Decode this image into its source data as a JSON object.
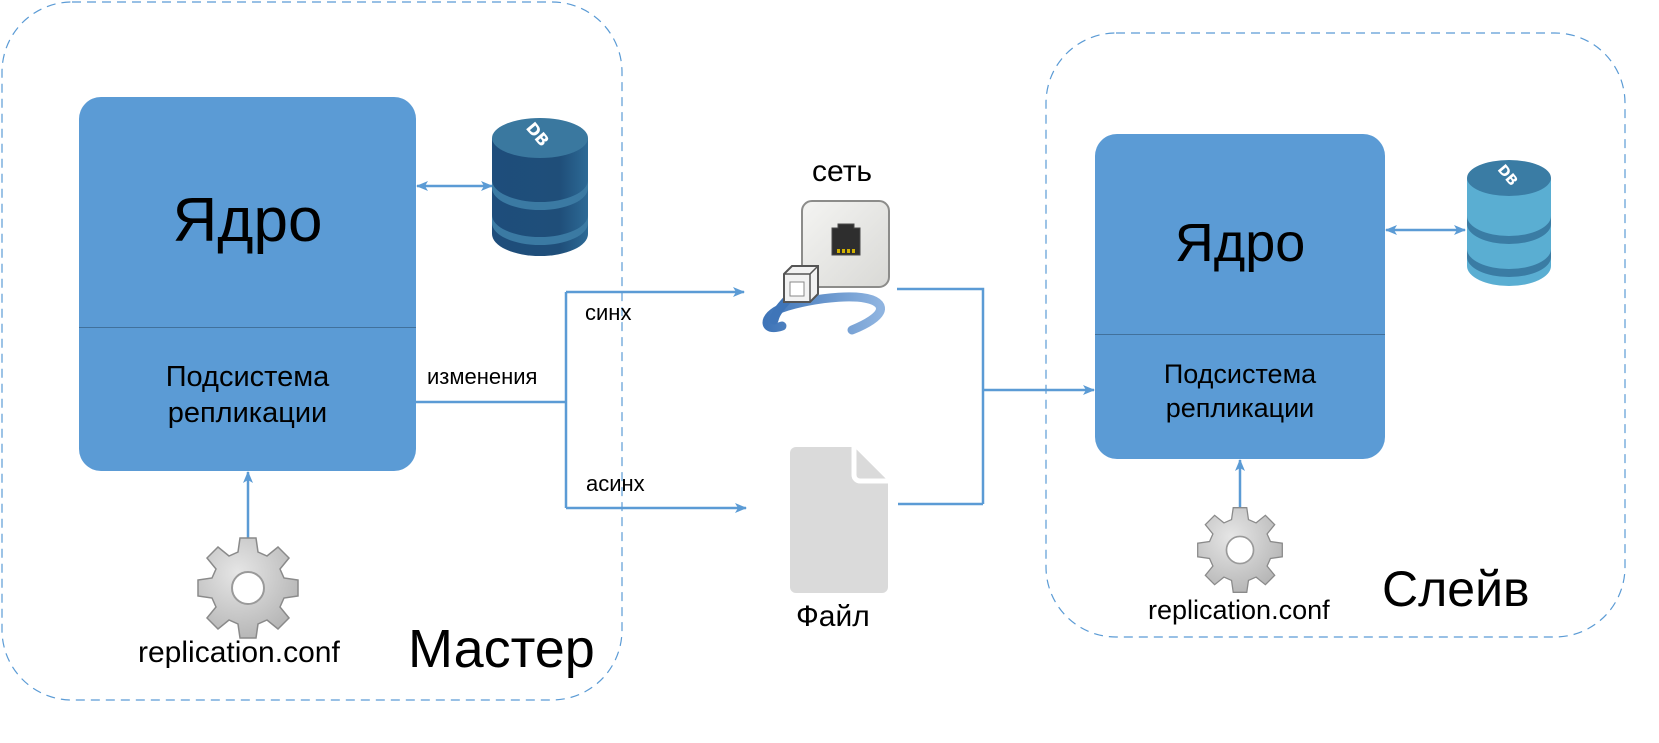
{
  "diagram": {
    "master": {
      "zone_label": "Мастер",
      "core_label": "Ядро",
      "replication_label_line1": "Подсистема",
      "replication_label_line2": "репликации",
      "db_icon_text": "DB",
      "config_label": "replication.conf"
    },
    "slave": {
      "zone_label": "Слейв",
      "core_label": "Ядро",
      "replication_label_line1": "Подсистема",
      "replication_label_line2": "репликации",
      "db_icon_text": "DB",
      "config_label": "replication.conf"
    },
    "flow": {
      "changes_label": "изменения",
      "sync_label": "синх",
      "async_label": "асинх",
      "network_label": "сеть",
      "file_label": "Файл"
    },
    "colors": {
      "box_fill": "#5b9bd5",
      "line": "#5b9bd5",
      "dashed_border": "#5b9bd5",
      "master_db": "#1f4e79",
      "slave_db": "#5aaed2",
      "file_icon": "#dadada",
      "gear": "#c8c8c8"
    }
  }
}
